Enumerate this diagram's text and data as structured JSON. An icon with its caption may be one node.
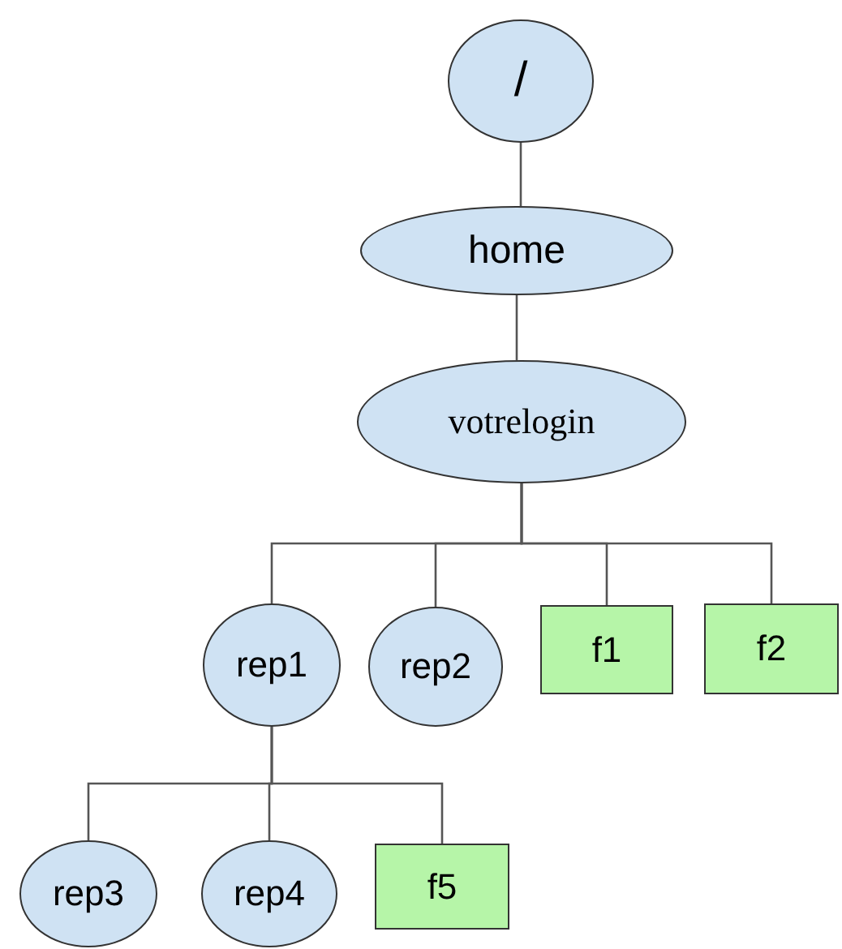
{
  "diagram": {
    "nodes": [
      {
        "text": [
          "/"
        ]
      },
      {
        "text": [
          "home"
        ]
      },
      {
        "text": [
          "votrelogin"
        ]
      },
      {
        "text": [
          "rep1"
        ]
      },
      {
        "text": [
          "rep2"
        ]
      },
      {
        "text": [
          "f1"
        ]
      },
      {
        "text": [
          "f2"
        ]
      },
      {
        "text": [
          "rep3"
        ]
      },
      {
        "text": [
          "rep4"
        ]
      },
      {
        "text": [
          "f5"
        ]
      }
    ],
    "edges": [
      {
        "from": 0,
        "to": 1,
        "arrow": "none"
      },
      {
        "from": 1,
        "to": 2,
        "arrow": "none"
      },
      {
        "from": 2,
        "to": 3,
        "arrow": "none"
      },
      {
        "from": 2,
        "to": 4,
        "arrow": "none"
      },
      {
        "from": 2,
        "to": 5,
        "arrow": "none"
      },
      {
        "from": 2,
        "to": 6,
        "arrow": "none"
      },
      {
        "from": 3,
        "to": 7,
        "arrow": "none"
      },
      {
        "from": 3,
        "to": 8,
        "arrow": "none"
      },
      {
        "from": 3,
        "to": 9,
        "arrow": "none"
      }
    ]
  }
}
